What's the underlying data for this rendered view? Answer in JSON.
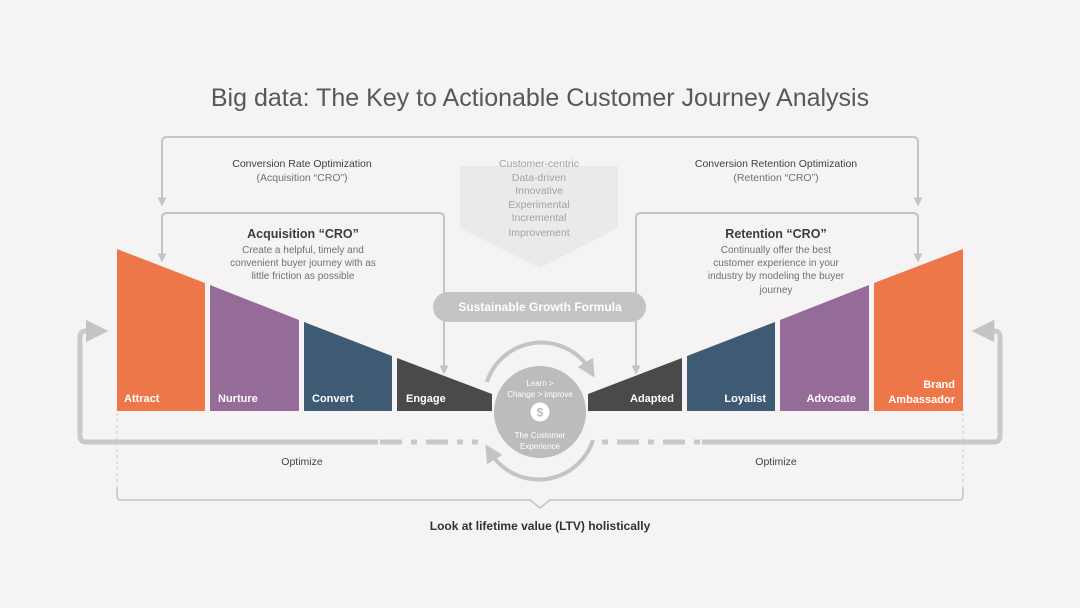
{
  "title": "Big data: The Key to Actionable Customer Journey Analysis",
  "left_loop": {
    "label": "Conversion Rate Optimization",
    "sublabel": "(Acquisition “CRO”)"
  },
  "right_loop": {
    "label": "Conversion Retention Optimization",
    "sublabel": "(Retention “CRO”)"
  },
  "pillars": [
    "Customer-centric",
    "Data-driven",
    "Innovative",
    "Experimental",
    "Incremental",
    "Improvement"
  ],
  "acquisition": {
    "heading": "Acquisition “CRO”",
    "lines": [
      "Create a helpful, timely and",
      "convenient buyer journey with as",
      "little friction as possible"
    ]
  },
  "retention": {
    "heading": "Retention “CRO”",
    "lines": [
      "Continually offer the best",
      "customer experience in your",
      "industry by modeling the buyer",
      "journey"
    ]
  },
  "formula_label": "Sustainable Growth Formula",
  "stages": [
    {
      "label": "Attract",
      "color": "#ee774a"
    },
    {
      "label": "Nurture",
      "color": "#956b98"
    },
    {
      "label": "Convert",
      "color": "#3f5a73"
    },
    {
      "label": "Engage",
      "color": "#4a4a4a"
    },
    {
      "label": "Adapted",
      "color": "#4a4a4a"
    },
    {
      "label": "Loyalist",
      "color": "#3f5a73"
    },
    {
      "label": "Advocate",
      "color": "#956b98"
    },
    {
      "label": "Brand",
      "label2": "Ambassador",
      "color": "#ee774a"
    }
  ],
  "cycle": {
    "top_line1": "Learn >",
    "top_line2": "Change > improve",
    "bottom_line1": "The Customer",
    "bottom_line2": "Experience",
    "icon": "dollar-icon"
  },
  "optimize_left": "Optimize",
  "optimize_right": "Optimize",
  "ltv_label": "Look at lifetime value (LTV) holistically",
  "colors": {
    "background": "#f5f3f3",
    "arrow": "#c4c4c4",
    "pill": "#c4c4c4",
    "circle": "#bcbcbc"
  }
}
